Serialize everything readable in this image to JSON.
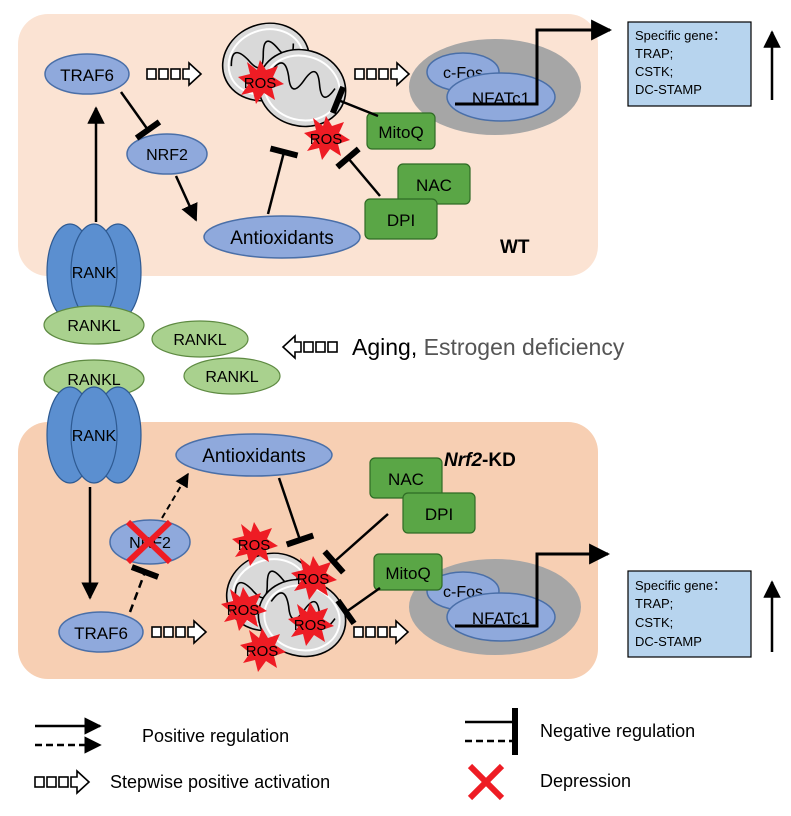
{
  "wt_panel": {
    "label": "WT",
    "nodes": {
      "traf6": "TRAF6",
      "nrf2": "NRF2",
      "antioxidants": "Antioxidants",
      "ros_mito": "ROS",
      "ros_free": "ROS",
      "mitoq": "MitoQ",
      "nac": "NAC",
      "dpi": "DPI",
      "cfos": "c-Fos",
      "nfatc1": "NFATc1"
    },
    "gene_box": {
      "title": "Specific gene：",
      "genes": [
        "TRAP;",
        "CSTK;",
        "DC-STAMP"
      ]
    }
  },
  "membrane": {
    "rank_top": "RANK",
    "rankl_top": "RANKL",
    "rankl_free_1": "RANKL",
    "rankl_free_2": "RANKL",
    "rankl_bottom": "RANKL",
    "rank_bottom": "RANK",
    "stimulus_1": "Aging",
    "stimulus_sep": ", ",
    "stimulus_2": "Estrogen deficiency"
  },
  "kd_panel": {
    "label_italic": "Nrf2",
    "label_suffix": "-KD",
    "nodes": {
      "antioxidants": "Antioxidants",
      "nrf2": "NRF2",
      "traf6": "TRAF6",
      "nac": "NAC",
      "dpi": "DPI",
      "mitoq": "MitoQ",
      "ros_1": "ROS",
      "ros_2": "ROS",
      "ros_3": "ROS",
      "ros_4": "ROS",
      "ros_5": "ROS",
      "cfos": "c-Fos",
      "nfatc1": "NFATc1"
    },
    "gene_box": {
      "title": "Specific gene：",
      "genes": [
        "TRAP;",
        "CSTK;",
        "DC-STAMP"
      ]
    }
  },
  "legend": {
    "positive": "Positive regulation",
    "negative": "Negative regulation",
    "stepwise": "Stepwise positive activation",
    "depression": "Depression"
  },
  "colors": {
    "wt_panel": "#fbe3d3",
    "kd_panel": "#f7cfb3",
    "blue_node": "#8fa9dc",
    "blue_node_stroke": "#4a6fa8",
    "green_box": "#5aa646",
    "green_box_stroke": "#2f6b25",
    "rankl": "#a9d18e",
    "rank": "#5b8fd0",
    "ros": "#ee1c24",
    "nucleus": "#a6a6a6",
    "gene_box": "#b7d4ee",
    "stimulus_2": "#555555"
  }
}
